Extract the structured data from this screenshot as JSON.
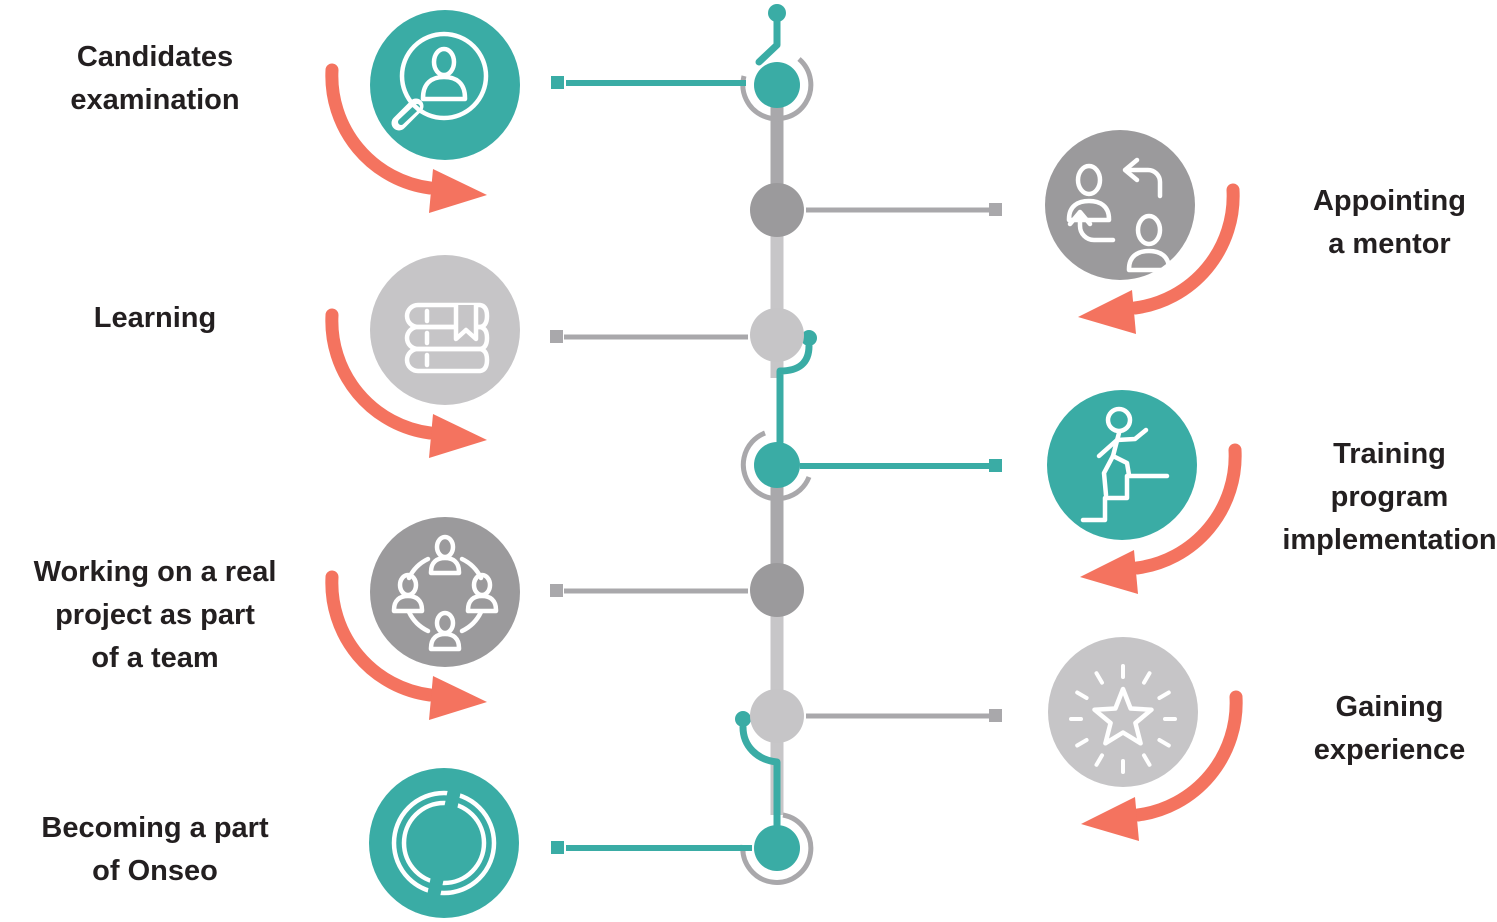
{
  "colors": {
    "teal": "#3aaca5",
    "coral": "#f4735f",
    "gray_medium": "#9b9a9c",
    "gray_light": "#c6c5c7",
    "line_gray": "#a9a8ab",
    "line_gray_light": "#c7c6c8",
    "text": "#231f20",
    "background": "#ffffff"
  },
  "steps": [
    {
      "order": 1,
      "side": "left",
      "circle_color": "teal",
      "icon": "magnifier-person-icon",
      "lines": [
        "Candidates",
        "examination"
      ]
    },
    {
      "order": 2,
      "side": "right",
      "circle_color": "gray_medium",
      "icon": "people-exchange-icon",
      "lines": [
        "Appointing",
        "a mentor"
      ]
    },
    {
      "order": 3,
      "side": "left",
      "circle_color": "gray_light",
      "icon": "books-icon",
      "lines": [
        "Learning"
      ]
    },
    {
      "order": 4,
      "side": "right",
      "circle_color": "teal",
      "icon": "person-climbing-stairs-icon",
      "lines": [
        "Training",
        "program",
        "implementation"
      ]
    },
    {
      "order": 5,
      "side": "left",
      "circle_color": "gray_medium",
      "icon": "team-network-icon",
      "lines": [
        "Working on a real",
        "project as part",
        "of a team"
      ]
    },
    {
      "order": 6,
      "side": "right",
      "circle_color": "gray_light",
      "icon": "star-rays-icon",
      "lines": [
        "Gaining",
        "experience"
      ]
    },
    {
      "order": 7,
      "side": "left",
      "circle_color": "teal",
      "icon": "concentric-rings-logo-icon",
      "lines": [
        "Becoming a part",
        "of Onseo"
      ]
    }
  ]
}
